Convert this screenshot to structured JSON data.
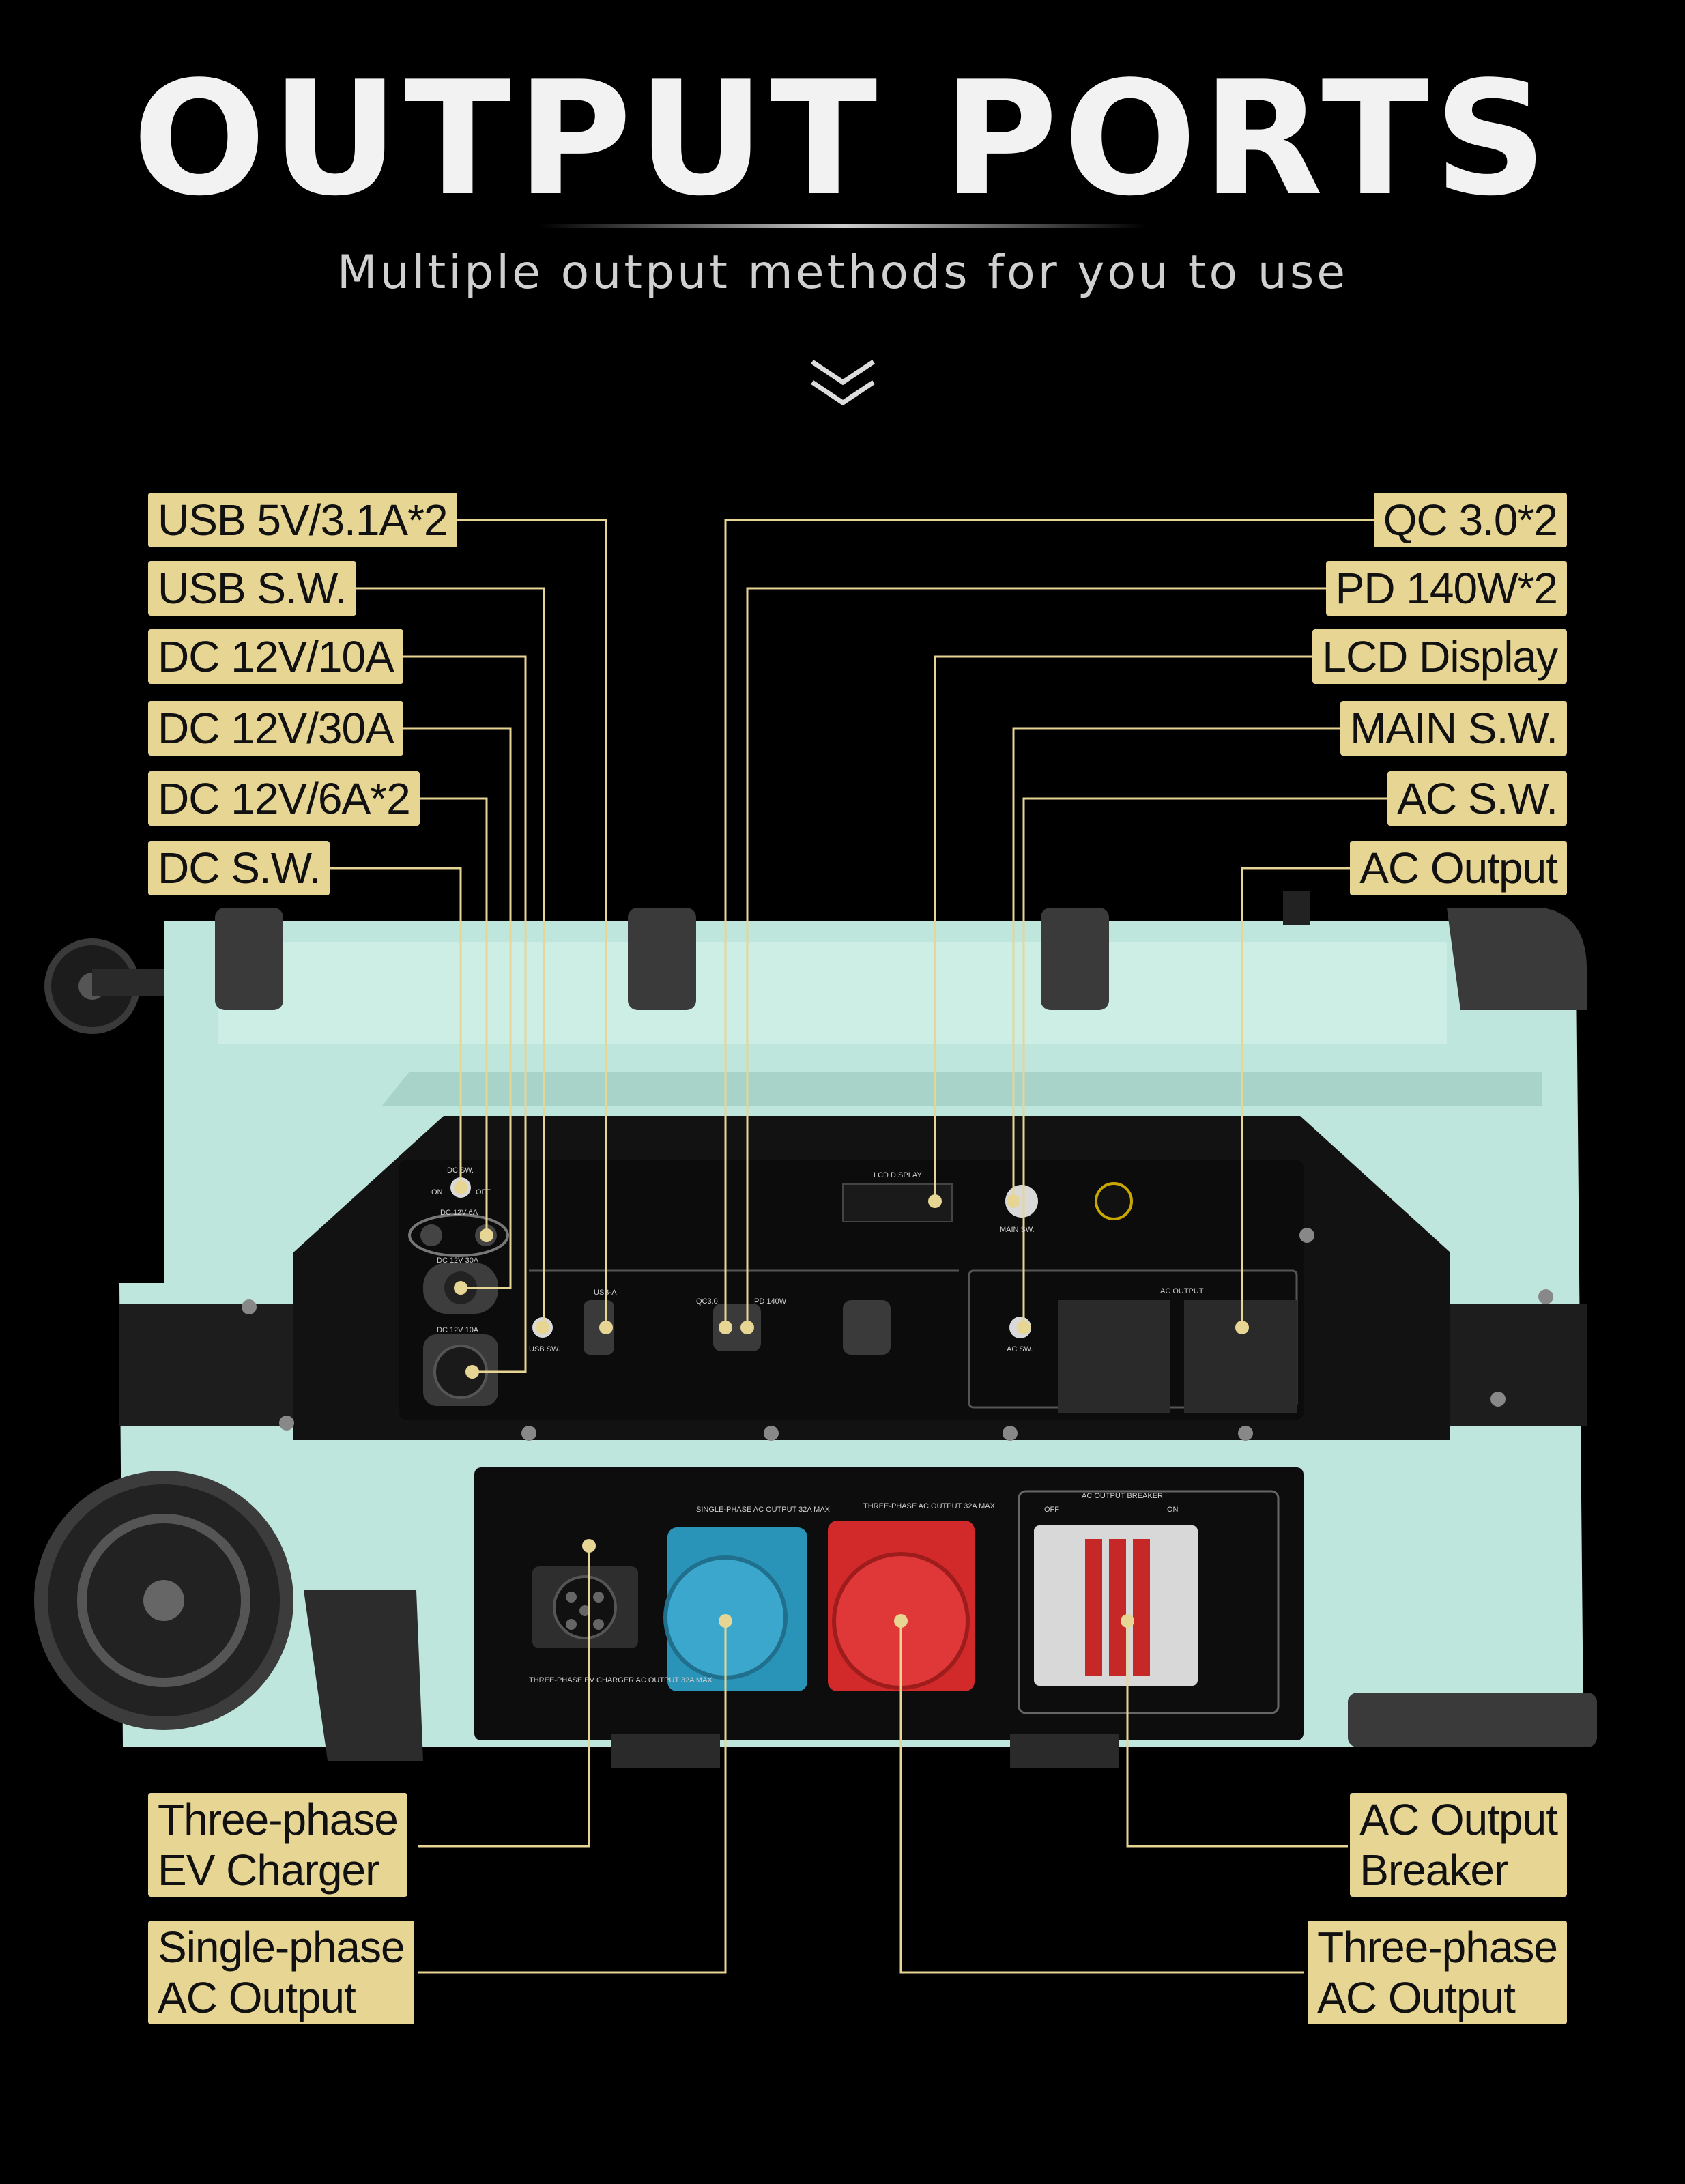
{
  "header": {
    "title": "OUTPUT PORTS",
    "subtitle": "Multiple output methods for you to use",
    "scroll_icon": "double-chevron-down-icon"
  },
  "colors": {
    "background": "#000000",
    "label_bg": "#e7d594",
    "leader_line": "#e7d594",
    "device_body": "#bfe6dc",
    "ac_single_phase_socket": "#2a93b8",
    "ac_three_phase_socket": "#d22a2a"
  },
  "labels_left": [
    "USB 5V/3.1A*2",
    "USB S.W.",
    "DC 12V/10A",
    "DC 12V/30A",
    "DC 12V/6A*2",
    "DC S.W."
  ],
  "labels_right": [
    "QC 3.0*2",
    "PD 140W*2",
    "LCD Display",
    "MAIN S.W.",
    "AC S.W.",
    "AC Output"
  ],
  "labels_bottom_left": [
    {
      "line1": "Three-phase",
      "line2": "EV Charger"
    },
    {
      "line1": "Single-phase",
      "line2": "AC Output"
    }
  ],
  "labels_bottom_right": [
    {
      "line1": "AC Output",
      "line2": "Breaker"
    },
    {
      "line1": "Three-phase",
      "line2": "AC Output"
    }
  ],
  "panel_text": {
    "dc_sw": "DC SW.",
    "on": "ON",
    "off": "OFF",
    "dc_12v_6a": "DC 12V 6A",
    "dc_12v_30a": "DC 12V 30A",
    "dc_12v_10a": "DC 12V 10A",
    "usb_sw": "USB SW.",
    "usb_a": "USB-A",
    "qc": "QC3.0",
    "pd": "PD 140W",
    "lcd": "LCD DISPLAY",
    "main_sw": "MAIN SW.",
    "ac_sw": "AC SW.",
    "ac_output": "AC OUTPUT",
    "ev_charger": "THREE-PHASE EV CHARGER AC OUTPUT 32A MAX",
    "single_phase": "SINGLE-PHASE AC OUTPUT 32A MAX",
    "three_phase": "THREE-PHASE AC OUTPUT 32A MAX",
    "breaker": "AC OUTPUT BREAKER",
    "breaker_off": "OFF",
    "breaker_on": "ON"
  }
}
